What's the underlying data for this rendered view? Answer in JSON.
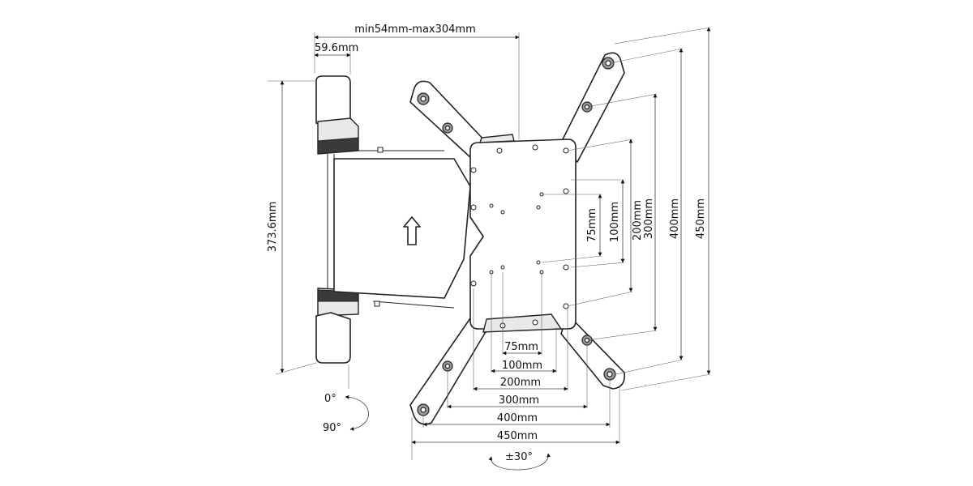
{
  "dimensions": {
    "depth_range": "min54mm-max304mm",
    "arm_width": "59.6mm",
    "height": "373.6mm",
    "vesa_vertical": [
      "75mm",
      "100mm",
      "200mm",
      "300mm",
      "400mm",
      "450mm"
    ],
    "vesa_horizontal": [
      "75mm",
      "100mm",
      "200mm",
      "300mm",
      "400mm",
      "450mm"
    ]
  },
  "rotation": {
    "swivel_start": "0°",
    "swivel_end": "90°",
    "tilt": "±30°"
  },
  "icons": [
    "up-arrow-icon",
    "swivel-arrow-icon",
    "rotation-arrow-icon"
  ]
}
